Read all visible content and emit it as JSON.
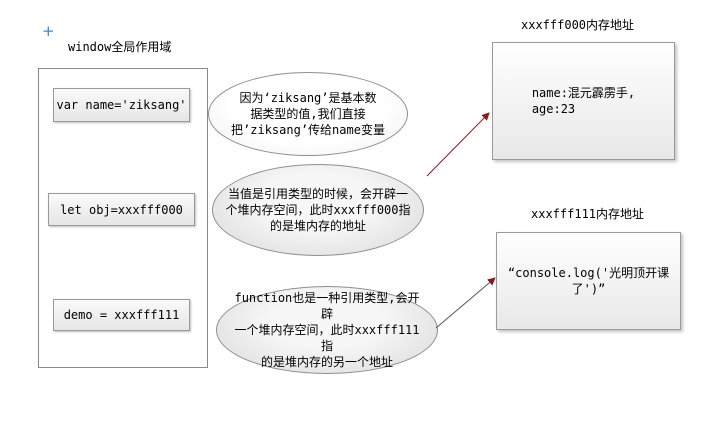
{
  "window_scope": {
    "marker": "+",
    "title": "window全局作用域",
    "variables": [
      {
        "label": "var name='ziksang'"
      },
      {
        "label": "let obj=xxxfff000"
      },
      {
        "label": "demo = xxxfff111"
      }
    ]
  },
  "explanations": [
    {
      "lines": [
        "因为‘ziksang’是基本数",
        "据类型的值,我们直接",
        "把’ziksang’传给name变量"
      ]
    },
    {
      "lines": [
        "当值是引用类型的时候，会开辟一",
        "个堆内存空间，此时xxxfff000指",
        "的是堆内存的地址"
      ]
    },
    {
      "lines": [
        "function也是一种引用类型,会开辟",
        "一个堆内存空间，此时xxxfff111指",
        "的是堆内存的另一个地址"
      ]
    }
  ],
  "heap_memory": [
    {
      "title": "xxxfff000内存地址",
      "content_lines": [
        "name:混元霹雳手,",
        "age:23"
      ]
    },
    {
      "title": "xxxfff111内存地址",
      "content_lines": [
        "“console.log('光明顶开课",
        "了')”"
      ]
    }
  ],
  "colors": {
    "arrow": "#8b1a1a",
    "scope_border": "#8a8a8a",
    "marker": "#3a86d6"
  }
}
